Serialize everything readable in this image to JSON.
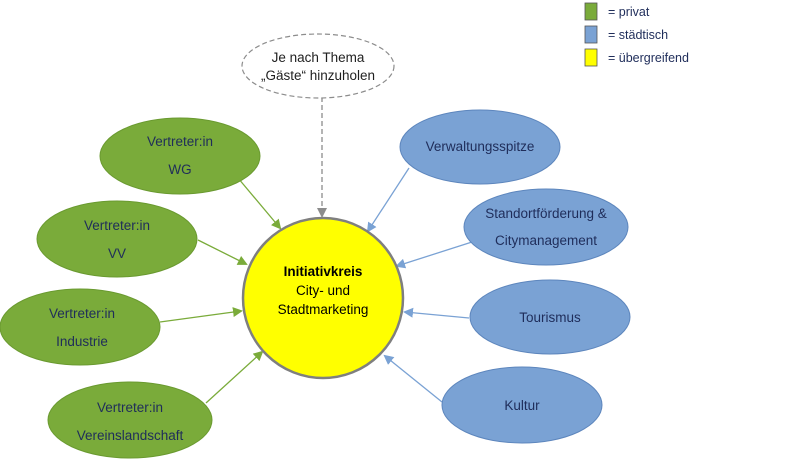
{
  "colors": {
    "privat": "#7aab3a",
    "privat_stroke": "#6a9a30",
    "staedtisch": "#7aa2d4",
    "staedtisch_stroke": "#5d86bd",
    "uebergreifend": "#ffff00",
    "center_stroke": "#7f7f7f",
    "arrow_green": "#7aab3a",
    "arrow_blue": "#7aa2d4",
    "arrow_gray": "#8c8c8c",
    "text_dark": "#1f2d5a"
  },
  "legend": [
    {
      "label": "= privat",
      "color_key": "privat"
    },
    {
      "label": "= städtisch",
      "color_key": "staedtisch"
    },
    {
      "label": "= übergreifend",
      "color_key": "uebergreifend"
    }
  ],
  "center": {
    "title": "Initiativkreis",
    "line2": "City- und",
    "line3": "Stadtmarketing"
  },
  "guests": {
    "line1": "Je nach Thema",
    "line2": "„Gäste“ hinzuholen"
  },
  "private_nodes": [
    {
      "line1": "Vertreter:in",
      "line2": "WG"
    },
    {
      "line1": "Vertreter:in",
      "line2": "VV"
    },
    {
      "line1": "Vertreter:in",
      "line2": "Industrie"
    },
    {
      "line1": "Vertreter:in",
      "line2": "Vereinslandschaft"
    }
  ],
  "city_nodes": [
    {
      "line1": "Verwaltungsspitze",
      "line2": ""
    },
    {
      "line1": "Standortförderung &",
      "line2": "Citymanagement"
    },
    {
      "line1": "Tourismus",
      "line2": ""
    },
    {
      "line1": "Kultur",
      "line2": ""
    }
  ]
}
